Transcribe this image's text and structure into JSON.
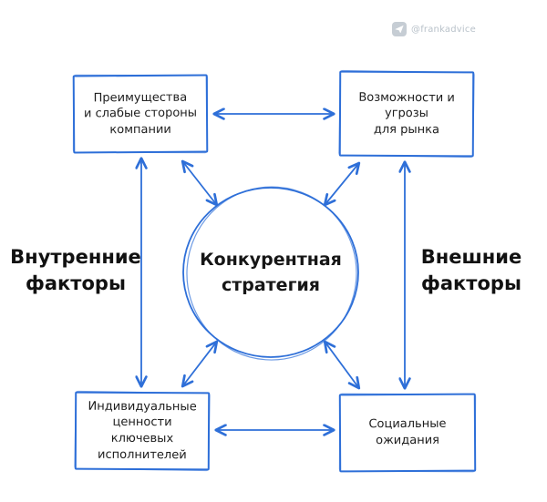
{
  "badge": {
    "handle": "@frankadvice",
    "icon": "telegram-icon"
  },
  "diagram": {
    "center": {
      "label": "Конкурентная\nстратегия"
    },
    "boxes": {
      "top_left": {
        "label": "Преимущества\nи слабые стороны\nкомпании"
      },
      "top_right": {
        "label": "Возможности и угрозы\nдля рынка"
      },
      "bottom_left": {
        "label": "Индивидуальные\nценности ключевых\nисполнителей"
      },
      "bottom_right": {
        "label": "Социальные ожидания"
      }
    },
    "side_labels": {
      "left": "Внутренние\nфакторы",
      "right": "Внешние\nфакторы"
    },
    "colors": {
      "accent": "#2e6fd8",
      "text": "#161616",
      "watermark": "#b9c2ca"
    }
  }
}
